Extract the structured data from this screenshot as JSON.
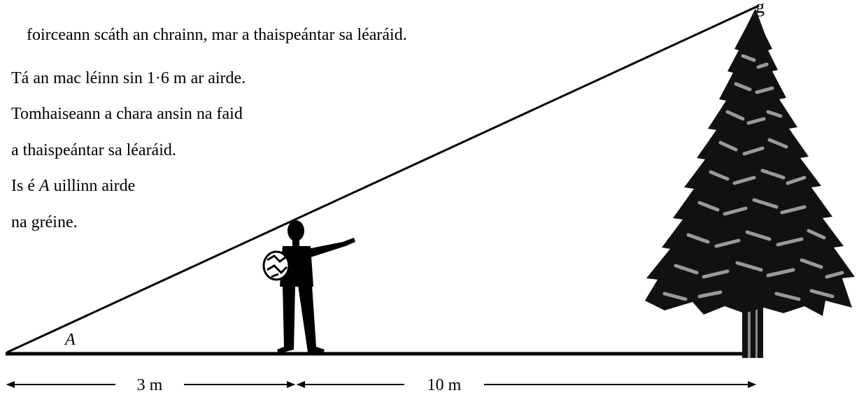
{
  "text_lines": [
    {
      "id": "line0",
      "text": "g"
    },
    {
      "id": "line1",
      "text": "foirceann scáth an chrainn, mar a thaispeántar sa léaráid."
    },
    {
      "id": "line2",
      "text": "Tá an mac léinn sin 1·6 m ar airde."
    },
    {
      "id": "line3",
      "text": "Tomhaiseann a chara ansin na faid"
    },
    {
      "id": "line4",
      "text": "a thaispeántar sa léaráid."
    },
    {
      "id": "line5_prefix",
      "text": "Is é "
    },
    {
      "id": "line5_var",
      "text": "A"
    },
    {
      "id": "line5_suffix",
      "text": " uillinn airde"
    },
    {
      "id": "line6",
      "text": "na gréine."
    }
  ],
  "diagram": {
    "angle_label": "A",
    "dim_left": "3 m",
    "dim_right": "10 m",
    "colors": {
      "ink": "#000000",
      "tree_light": "#9a9a9a",
      "tree_dark": "#111111"
    }
  }
}
